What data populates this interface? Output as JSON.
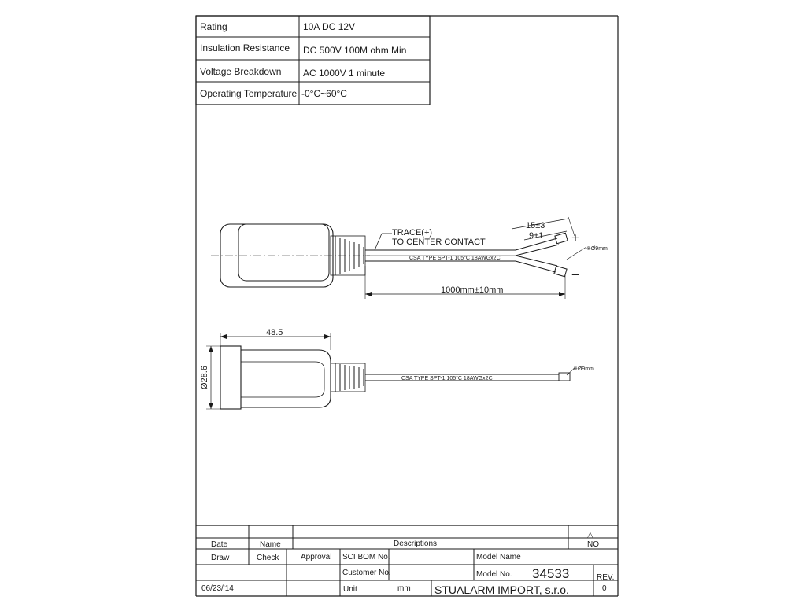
{
  "spec_table": {
    "rows": [
      {
        "label": "Rating",
        "value": "10A DC 12V"
      },
      {
        "label": "Insulation Resistance",
        "value": "DC 500V 100M ohm Min"
      },
      {
        "label": "Voltage Breakdown",
        "value": "AC 1000V 1 minute"
      },
      {
        "label": "Operating Temperature",
        "value": "-0°C~60°C"
      }
    ]
  },
  "top_view": {
    "trace_label": "TRACE(+)",
    "trace_label_2": "TO CENTER CONTACT",
    "cable_text": "CSA TYPE SPT-1 105°C 18AWGx2C",
    "dim_strip_outer": "15±3",
    "dim_strip_inner": "9±1",
    "dim_wire": "※Ø9mm",
    "plus": "+",
    "minus": "−",
    "dim_length": "1000mm±10mm"
  },
  "side_view": {
    "dim_width": "48.5",
    "dim_diameter": "Ø28.6",
    "cable_text": "CSA TYPE SPT-1 105°C 18AWGx2C",
    "dim_wire": "※Ø9mm"
  },
  "title_block": {
    "rev_symbol": "△",
    "col_date": "Date",
    "col_name": "Name",
    "col_descriptions": "Descriptions",
    "col_no": "NO",
    "draw": "Draw",
    "check": "Check",
    "approval": "Approval",
    "sci_bom": "SCI BOM No.",
    "model_name_label": "Model Name",
    "customer_no": "Customer No.",
    "model_no_label": "Model No.",
    "model_no_value": "34533",
    "rev_label": "REV.",
    "rev_value": "0",
    "date_value": "06/23/'14",
    "unit_label": "Unit",
    "unit_value": "mm",
    "company": "STUALARM IMPORT, s.r.o."
  }
}
